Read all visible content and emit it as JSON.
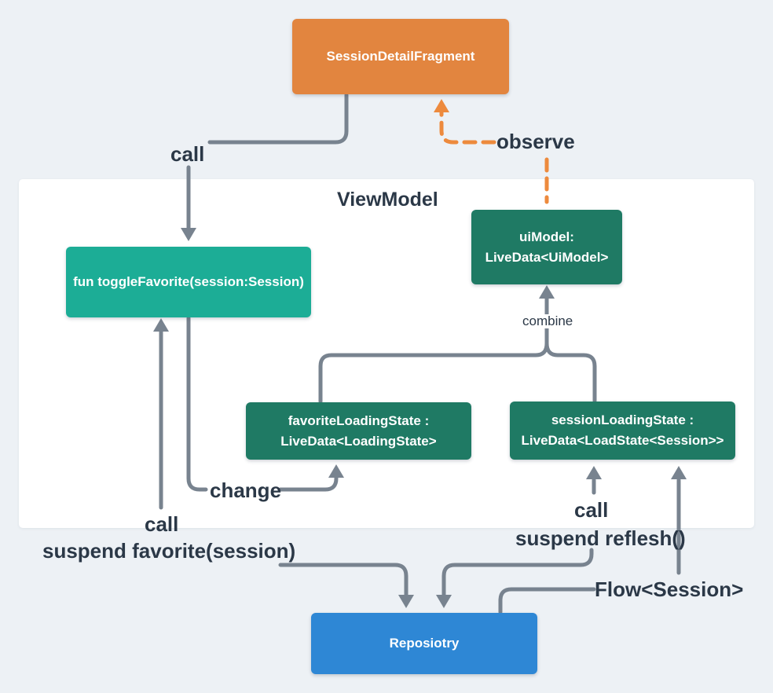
{
  "colors": {
    "background": "#EDF1F5",
    "panel": "#FFFFFF",
    "orange": "#E2853F",
    "orange_dash": "#ED8A3D",
    "teal": "#1CAD96",
    "green": "#1F7A64",
    "blue": "#2E87D5",
    "line": "#78838F",
    "text": "#2B3847"
  },
  "nodes": {
    "fragment": {
      "label": "SessionDetailFragment"
    },
    "viewmodel": {
      "title": "ViewModel"
    },
    "toggle_favorite": {
      "label": "fun toggleFavorite(session:Session)"
    },
    "ui_model": {
      "line1": "uiModel:",
      "line2": "LiveData<UiModel>"
    },
    "favorite_loading_state": {
      "line1": "favoriteLoadingState :",
      "line2": "LiveData<LoadingState>"
    },
    "session_loading_state": {
      "line1": "sessionLoadingState :",
      "line2": "LiveData<LoadState<Session>>"
    },
    "repository": {
      "label": "Reposiotry"
    }
  },
  "edge_labels": {
    "call_fragment": "call",
    "observe": "observe",
    "combine": "combine",
    "change": "change",
    "call_favorite": "call",
    "suspend_favorite": "suspend favorite(session)",
    "call_refresh": "call",
    "suspend_reflesh": "suspend reflesh()",
    "flow_session": "Flow<Session>"
  }
}
